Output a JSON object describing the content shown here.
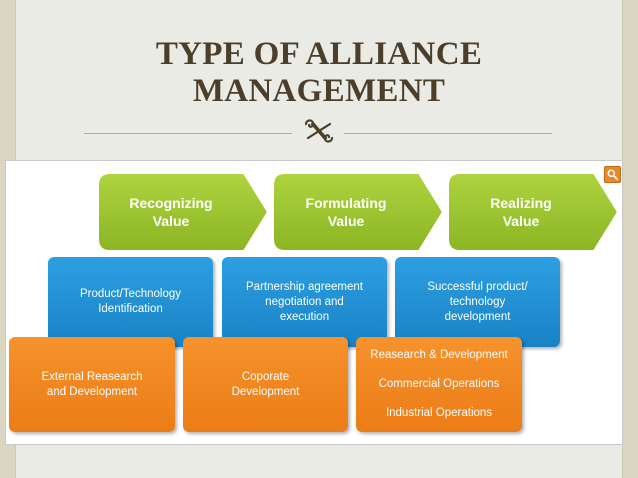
{
  "title": {
    "line1": "TYPE OF ALLIANCE",
    "line2": "MANAGEMENT"
  },
  "diagram": {
    "phases": [
      {
        "line1": "Recognizing",
        "line2": "Value"
      },
      {
        "line1": "Formulating",
        "line2": "Value"
      },
      {
        "line1": "Realizing",
        "line2": "Value"
      }
    ],
    "activities": [
      {
        "line1": "Product/Technology",
        "line2": "Identification",
        "line3": ""
      },
      {
        "line1": "Partnership agreement",
        "line2": "negotiation and",
        "line3": "execution"
      },
      {
        "line1": "Successful product/",
        "line2": "technology",
        "line3": "development"
      }
    ],
    "functions": [
      {
        "line1": "External Reasearch",
        "line2": "and Development"
      },
      {
        "line1": "Coporate",
        "line2": "Development"
      }
    ],
    "operations": [
      "Reasearch & Development",
      "Commercial Operations",
      "Industrial Operations"
    ]
  },
  "colors": {
    "green": "#9bc431",
    "blue": "#1f8fd3",
    "orange": "#f28a22",
    "title": "#4b3e2a"
  },
  "icons": {
    "ornament": "scroll-ornament-icon",
    "zoom": "magnifier-icon"
  }
}
